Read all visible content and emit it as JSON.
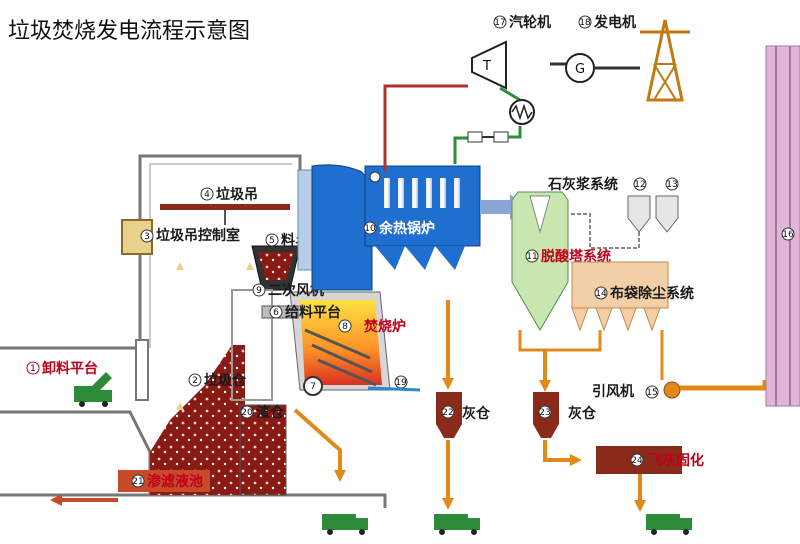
{
  "title": "垃圾焚烧发电流程示意图",
  "components": {
    "turbine": {
      "num": "17",
      "label": "汽轮机",
      "symbol": "T"
    },
    "generator": {
      "num": "18",
      "label": "发电机",
      "symbol": "G"
    },
    "crane": {
      "num": "4",
      "label": "垃圾吊"
    },
    "crane_control_room": {
      "num": "3",
      "label": "垃圾吊控制室"
    },
    "hopper": {
      "num": "5",
      "label": "料斗"
    },
    "waste_heat_boiler": {
      "num": "10",
      "label": "余热锅炉"
    },
    "lime_slurry_system": {
      "label": "石灰浆系统",
      "tank_nums": [
        "12",
        "13"
      ]
    },
    "desulfurization_tower": {
      "num": "11",
      "label": "脱酸塔系统"
    },
    "secondary_fan": {
      "num": "9",
      "label": "二次风机"
    },
    "feeding_platform": {
      "num": "6",
      "label": "给料平台"
    },
    "grate": {
      "num": "8"
    },
    "incinerator": {
      "label": "焚烧炉"
    },
    "bag_filter": {
      "num": "14",
      "label": "布袋除尘系统"
    },
    "unloading_platform": {
      "num": "1",
      "label": "卸料平台"
    },
    "refuse_bunker": {
      "num": "2",
      "label": "垃圾仓"
    },
    "primary_fan": {
      "num": "7"
    },
    "slag_bin": {
      "num": "20",
      "label": "渣仓"
    },
    "ash_chute": {
      "num": "19"
    },
    "induced_fan": {
      "num": "15",
      "label": "引风机"
    },
    "chimney": {
      "num": "16"
    },
    "ash_bin_1": {
      "num": "22",
      "label": "灰仓"
    },
    "ash_bin_2": {
      "num": "23",
      "label": "灰仓"
    },
    "fly_ash_solidification": {
      "num": "24",
      "label": "飞灰固化"
    },
    "leachate_pool": {
      "num": "21",
      "label": "渗滤液池"
    }
  },
  "colors": {
    "steam_line": "#b03030",
    "water_line": "#2e8b3a",
    "boiler": "#1f6fd0",
    "flue": "#8aa6d8",
    "ash_flow": "#e08a1a",
    "bag_filter": "#f3cfa8",
    "tower": "#c8e6b0",
    "chimney_stripe": "#e2b4d8"
  }
}
